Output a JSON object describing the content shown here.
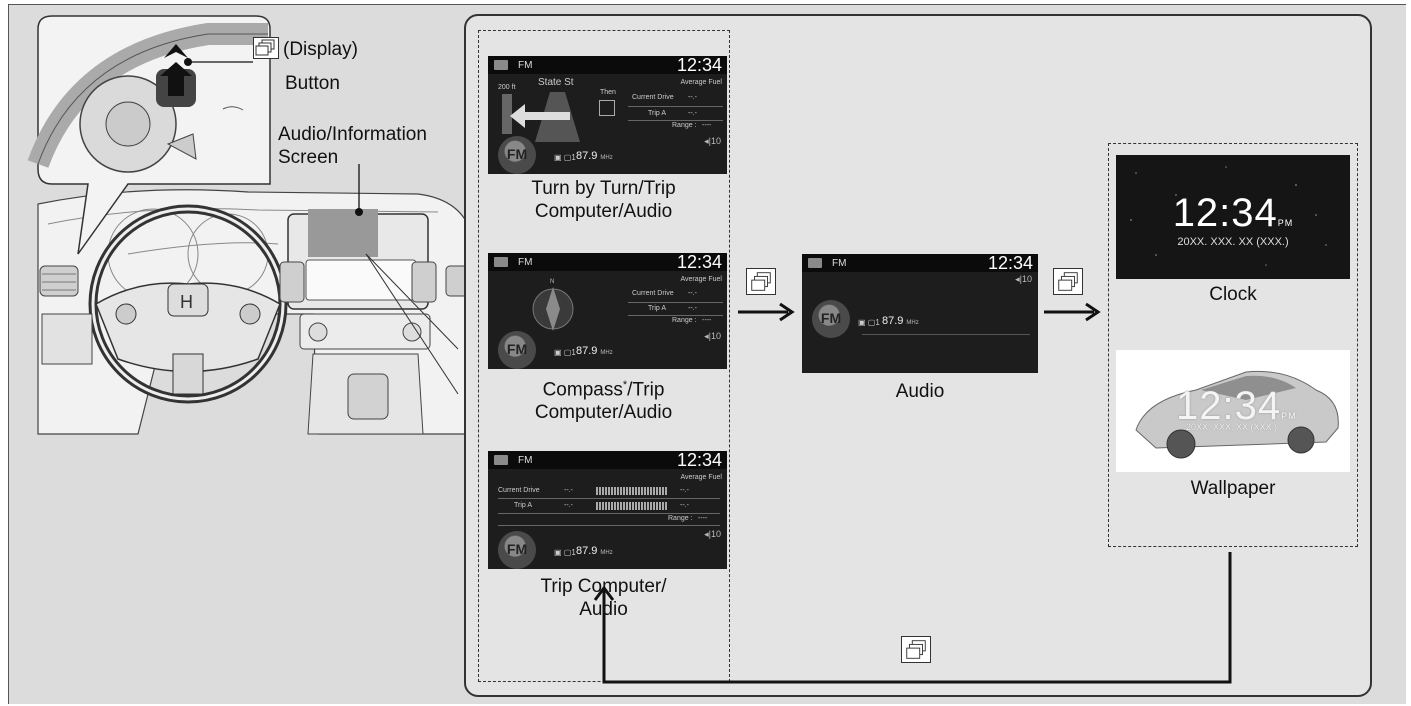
{
  "dash_labels": {
    "display_button": "(Display)",
    "button_word": "Button",
    "audio_info": "Audio/Information",
    "screen_word": "Screen"
  },
  "screens": {
    "band": "FM",
    "time": "12:34",
    "frequency": "87.9",
    "freq_unit": "MHz",
    "preset": "1",
    "volume": "10",
    "average_fuel": "Average Fuel",
    "current_drive": "Current Drive",
    "trip_a": "Trip A",
    "range": "Range :",
    "dash_value": "--.-",
    "range_value": "----",
    "distance": "200 ft",
    "street": "State St",
    "then": "Then",
    "compass_n": "N"
  },
  "captions": {
    "turn_by_turn_1": "Turn by Turn/Trip",
    "turn_by_turn_2": "Computer/Audio",
    "compass_1": "Compass",
    "compass_star": "*",
    "compass_1b": "/Trip",
    "compass_2": "Computer/Audio",
    "trip_1": "Trip Computer/",
    "trip_2": "Audio",
    "audio": "Audio",
    "clock": "Clock",
    "wallpaper": "Wallpaper"
  },
  "clock": {
    "time": "12:34",
    "ampm": "PM",
    "date": "20XX. XXX. XX (XXX.)"
  },
  "wallpaper": {
    "time": "12:34",
    "ampm": "PM",
    "date": "20XX. XXX. XX (XXX.)"
  },
  "icons": [
    "display-button-icon",
    "steering-wheel-illustration",
    "arrow-right-icon",
    "arrow-up-icon"
  ]
}
